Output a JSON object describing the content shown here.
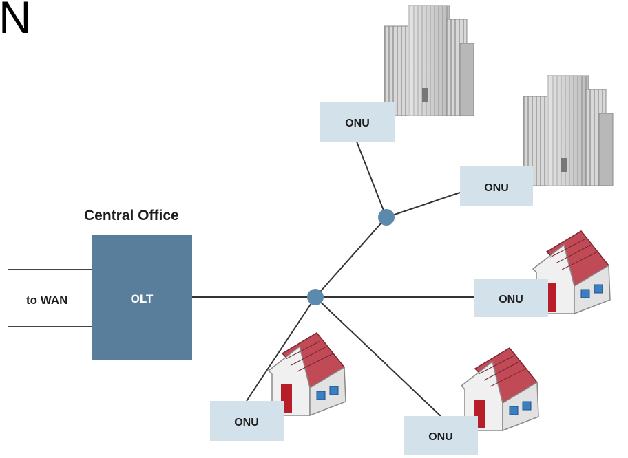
{
  "corner_text": "N",
  "central_office": {
    "title": "Central Office",
    "olt_label": "OLT",
    "wan_label": "to WAN"
  },
  "onus": [
    {
      "id": "onu-building-1",
      "label": "ONU",
      "premise": "building"
    },
    {
      "id": "onu-building-2",
      "label": "ONU",
      "premise": "building"
    },
    {
      "id": "onu-house-1",
      "label": "ONU",
      "premise": "house"
    },
    {
      "id": "onu-house-2",
      "label": "ONU",
      "premise": "house"
    },
    {
      "id": "onu-house-3",
      "label": "ONU",
      "premise": "house"
    }
  ],
  "colors": {
    "olt_fill": "#587e9b",
    "onu_fill": "#d3e1ea",
    "splitter": "#5b8aad",
    "line": "#333333",
    "roof": "#b2404c",
    "door": "#b81d2a",
    "window": "#3a7fc2"
  }
}
